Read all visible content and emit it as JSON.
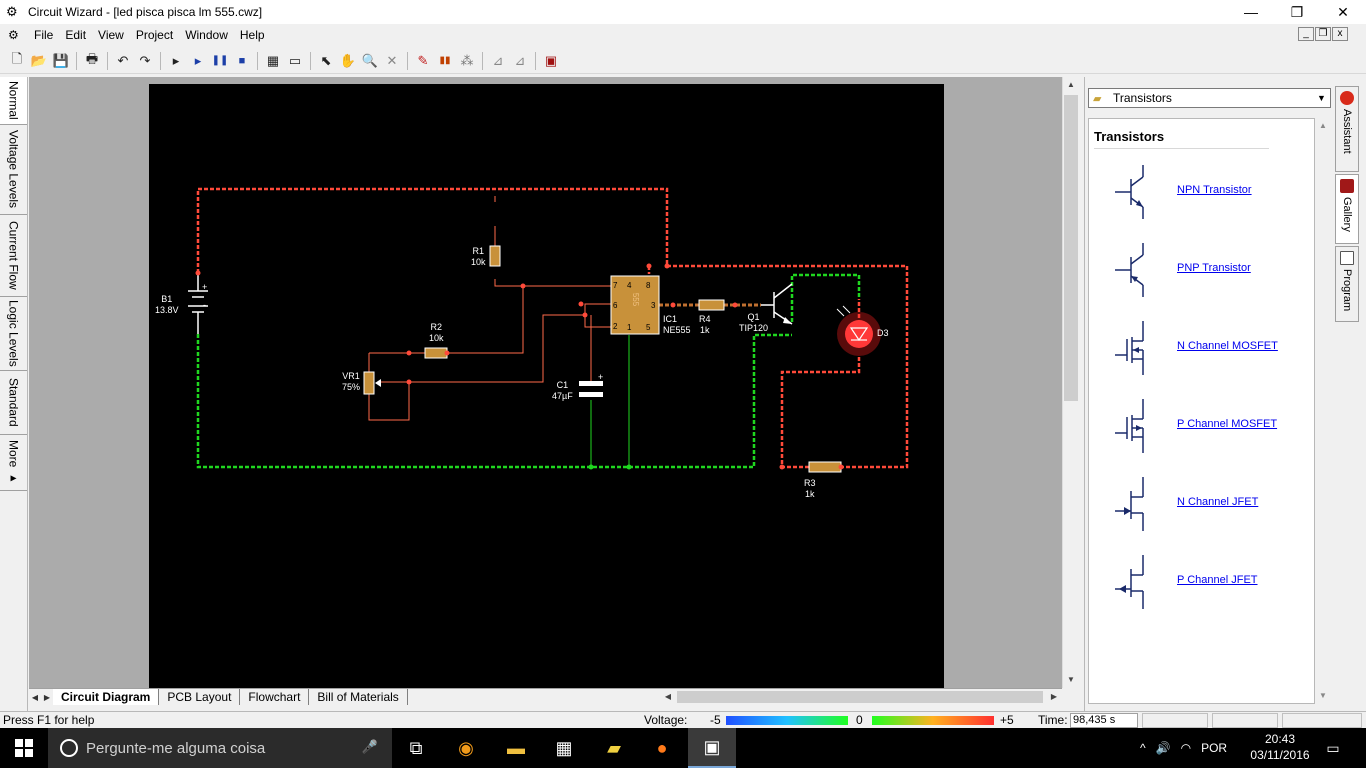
{
  "window": {
    "title": "Circuit Wizard - [led pisca pisca lm 555.cwz]",
    "controls": {
      "minimize": "—",
      "maximize": "❐",
      "close": "✕"
    }
  },
  "menu": {
    "items": [
      "File",
      "Edit",
      "View",
      "Project",
      "Window",
      "Help"
    ],
    "mdi": {
      "minimize": "_",
      "restore": "❐",
      "close": "x"
    }
  },
  "toolbar": {
    "new": "🗋",
    "open": "📂",
    "save": "💾",
    "print": "🖶",
    "undo": "↶",
    "redo": "↷",
    "step": "▸",
    "play": "▸",
    "pause": "❚❚",
    "stop": "■",
    "chip": "▦",
    "display": "▭",
    "select": "⬉",
    "pan": "✋",
    "zoom": "🔍",
    "delete": "✕",
    "probe": "✎",
    "graph": "▮▮",
    "cursor": "⁂",
    "align": "⊿",
    "align2": "⊿",
    "add-parts": "▣"
  },
  "view_modes": [
    "Normal",
    "Voltage Levels",
    "Current Flow",
    "Logic Levels",
    "Standard",
    "More ▸"
  ],
  "circuit": {
    "b1": {
      "ref": "B1",
      "value": "13.8V"
    },
    "r1": {
      "ref": "R1",
      "value": "10k"
    },
    "r2": {
      "ref": "R2",
      "value": "10k"
    },
    "r3": {
      "ref": "R3",
      "value": "1k"
    },
    "r4": {
      "ref": "R4",
      "value": "1k"
    },
    "vr1": {
      "ref": "VR1",
      "value": "75%"
    },
    "c1": {
      "ref": "C1",
      "value": "47µF"
    },
    "ic1": {
      "ref": "IC1",
      "value": "NE555",
      "chip_label": "555",
      "pins": [
        "7",
        "4",
        "8",
        "6",
        "3",
        "2",
        "1",
        "5"
      ]
    },
    "q1": {
      "ref": "Q1",
      "value": "TIP120"
    },
    "d3": {
      "ref": "D3"
    },
    "colors": {
      "positive": "#ff4a3a",
      "ground": "#1fd61f",
      "board": "#000000"
    }
  },
  "bottom_tabs": [
    "Circuit Diagram",
    "PCB Layout",
    "Flowchart",
    "Bill of Materials"
  ],
  "gallery": {
    "category": "Transistors",
    "heading": "Transistors",
    "items": [
      "NPN Transistor",
      "PNP Transistor",
      "N Channel MOSFET",
      "P Channel MOSFET",
      "N Channel JFET",
      "P Channel JFET"
    ]
  },
  "side_tabs": [
    "Assistant",
    "Gallery",
    "Program"
  ],
  "status": {
    "help": "Press F1 for help",
    "voltage_label": "Voltage:",
    "vmin": "-5",
    "vzero": "0",
    "vmax": "+5",
    "time_label": "Time:",
    "time_value": "98,435 s"
  },
  "taskbar": {
    "search_placeholder": "Pergunte-me alguma coisa",
    "language": "POR",
    "time": "20:43",
    "date": "03/11/2016"
  }
}
